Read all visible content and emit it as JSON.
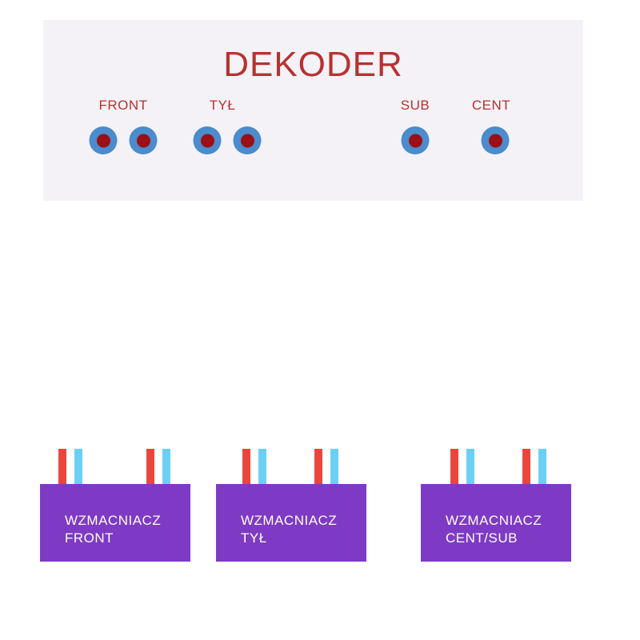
{
  "decoder": {
    "title": "DEKODER",
    "groups": [
      {
        "label": "FRONT",
        "jacks": 2
      },
      {
        "label": "TYŁ",
        "jacks": 2
      },
      {
        "label": "SUB",
        "jacks": 1
      },
      {
        "label": "CENT",
        "jacks": 1
      }
    ]
  },
  "amplifiers": [
    {
      "line1": "WZMACNIACZ",
      "line2": "FRONT"
    },
    {
      "line1": "WZMACNIACZ",
      "line2": "TYŁ"
    },
    {
      "line1": "WZMACNIACZ",
      "line2": "CENT/SUB"
    }
  ],
  "colors": {
    "decoder_background": "#f4f2f7",
    "title_text": "#b8312f",
    "label_text": "#b8312f",
    "jack_ring": "#4a8ccc",
    "jack_core": "#9c0f16",
    "amp_body": "#7e3ac4",
    "amp_text": "#ffffff",
    "cable_red": "#e8473c",
    "cable_blue": "#6cd0f4"
  }
}
